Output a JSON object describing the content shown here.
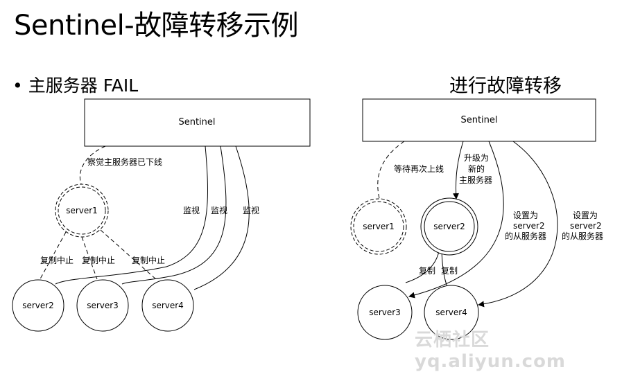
{
  "title": "Sentinel-故障转移示例",
  "bullet": "主服务器 FAIL",
  "right_heading": "进行故障转移",
  "left": {
    "sentinel": "Sentinel",
    "server1": "server1",
    "server2": "server2",
    "server3": "server3",
    "server4": "server4",
    "detect_label": "察觉主服务器已下线",
    "monitor_label_1": "监视",
    "monitor_label_2": "监视",
    "monitor_label_3": "监视",
    "halt_label_1": "复制中止",
    "halt_label_2": "复制中止",
    "halt_label_3": "复制中止"
  },
  "right": {
    "sentinel": "Sentinel",
    "server1": "server1",
    "server2": "server2",
    "server3": "server3",
    "server4": "server4",
    "wait_label": "等待再次上线",
    "upgrade_label": [
      "升级为",
      "新的",
      "主服务器"
    ],
    "slave_label_1": [
      "设置为",
      "server2",
      "的从服务器"
    ],
    "slave_label_2": [
      "设置为",
      "server2",
      "的从服务器"
    ],
    "replicate_label_1": "复制",
    "replicate_label_2": "复制"
  },
  "watermark": "云栖社区 yq.aliyun.com"
}
